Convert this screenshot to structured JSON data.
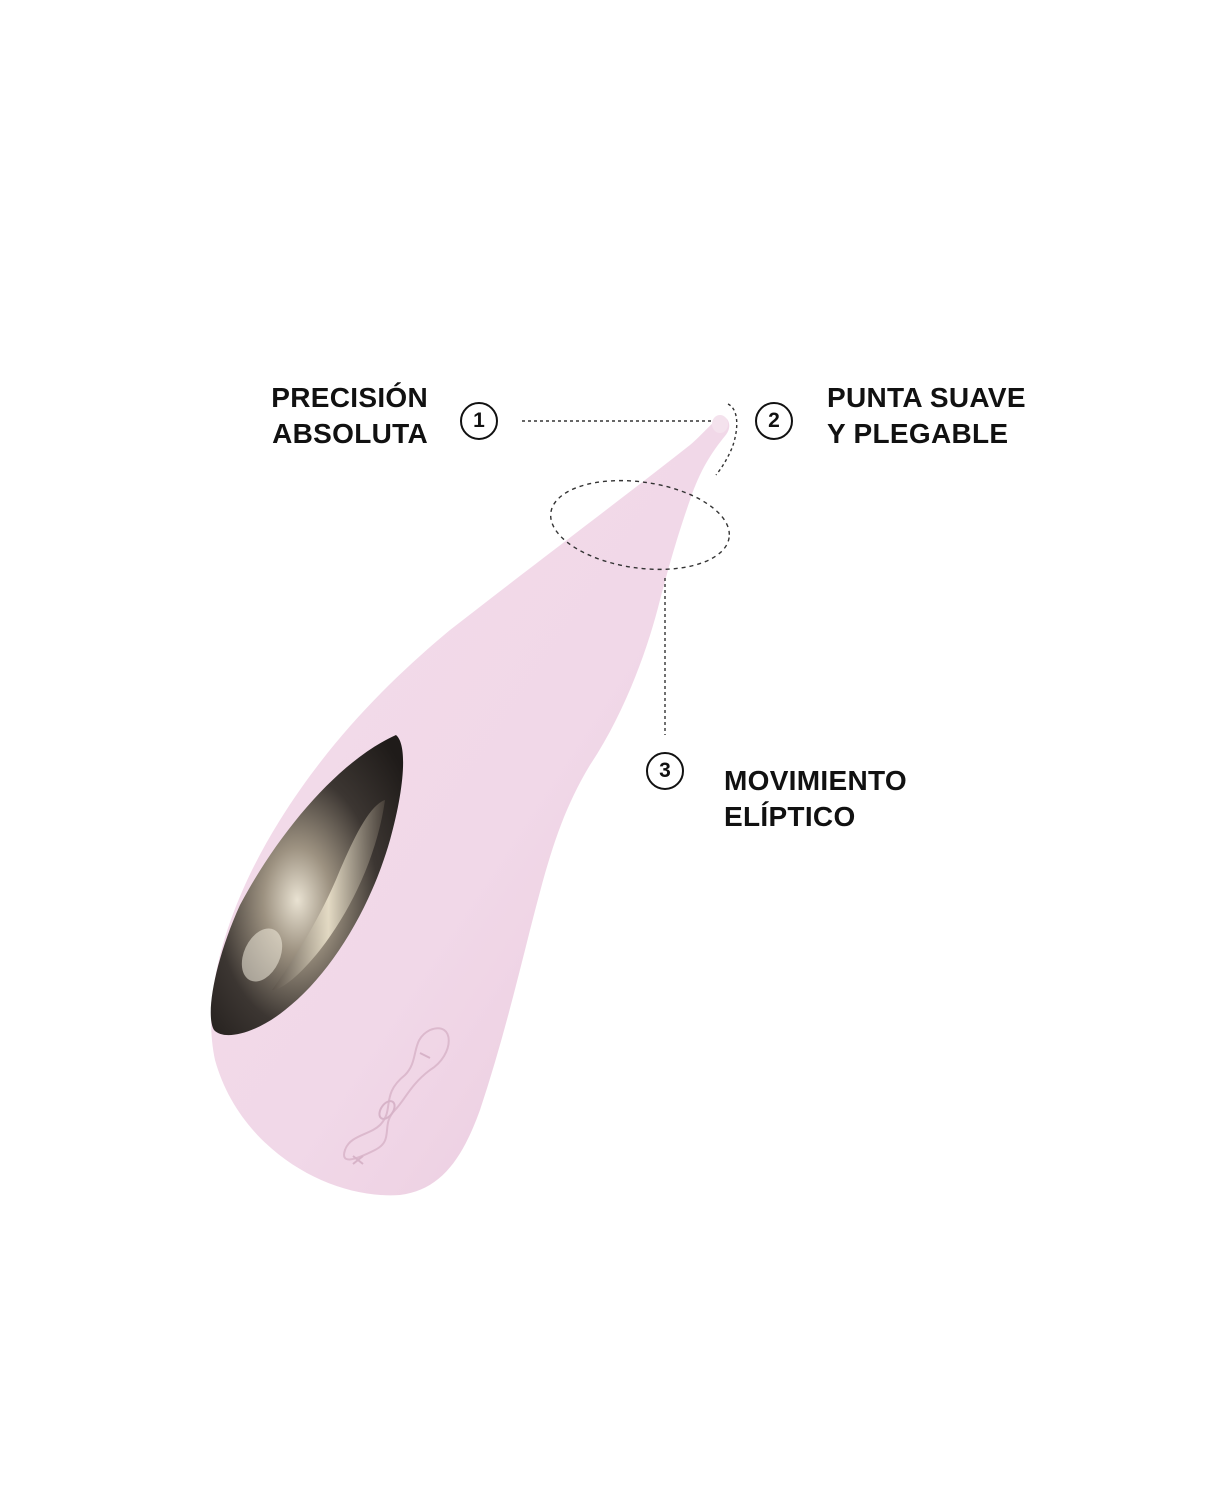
{
  "product_diagram": {
    "features": [
      {
        "number": "1",
        "line1": "PRECISIÓN",
        "line2": "ABSOLUTA"
      },
      {
        "number": "2",
        "line1": "PUNTA SUAVE",
        "line2": "Y PLEGABLE"
      },
      {
        "number": "3",
        "line1": "MOVIMIENTO",
        "line2": "ELÍPTICO"
      }
    ],
    "control_panel": {
      "buttons": [
        "minus",
        "function",
        "plus"
      ]
    },
    "colors": {
      "background": "#ffffff",
      "body": "#f0d6e6",
      "body_shade": "#e6c4d8",
      "metal": "#3a3431",
      "text": "#111111"
    }
  }
}
